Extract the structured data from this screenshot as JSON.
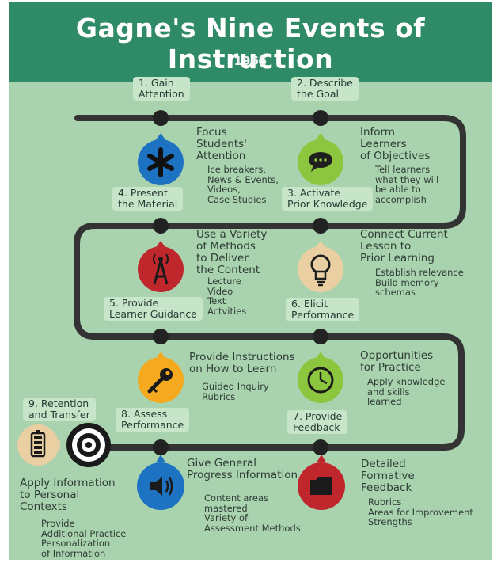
{
  "title": "Gagne's Nine Events of Instruction",
  "year": "1965",
  "colors": {
    "header": "#2f8b67",
    "panel": "#a9d3ae",
    "path": "#333333",
    "label_box": "#c6e5c9",
    "blue": "#1e72c2",
    "green": "#8cc63f",
    "red": "#c0272d",
    "tan": "#e9cfa2",
    "orange": "#f4a91f"
  },
  "events": [
    {
      "label": "1. Gain\nAttention",
      "heading": "Focus\nStudents'\nAttention",
      "details": "Ice breakers,\nNews & Events,\nVideos,\nCase Studies",
      "icon": "asterisk-icon"
    },
    {
      "label": "2. Describe\nthe Goal",
      "heading": "Inform\nLearners\nof Objectives",
      "details": "Tell learners\nwhat they will\nbe able to\naccomplish",
      "icon": "speech-bubble-icon"
    },
    {
      "label": "3. Activate\nPrior Knowledge",
      "heading": "Connect Current\nLesson to\nPrior Learning",
      "details": "Establish relevance\nBuild memory\nschemas",
      "icon": "lightbulb-icon"
    },
    {
      "label": "4. Present\nthe Material",
      "heading": "Use a Variety\nof Methods\nto Deliver\nthe Content",
      "details": "Lecture\nVideo\nText\nActvities",
      "icon": "broadcast-tower-icon"
    },
    {
      "label": "5. Provide\nLearner Guidance",
      "heading": "Provide Instructions\non How to Learn",
      "details": "Guided Inquiry\nRubrics",
      "icon": "key-icon"
    },
    {
      "label": "6. Elicit\nPerformance",
      "heading": "Opportunities\nfor Practice",
      "details": "Apply knowledge\nand skills\nlearned",
      "icon": "clock-icon"
    },
    {
      "label": "7. Provide\nFeedback",
      "heading": "Detailed\nFormative\nFeedback",
      "details": "Rubrics\nAreas for Improvement\nStrengths",
      "icon": "folder-icon"
    },
    {
      "label": "8. Assess\nPerformance",
      "heading": "Give General\nProgress Information",
      "details": "Content areas\nmastered\nVariety of\nAssessment Methods",
      "icon": "speaker-icon"
    },
    {
      "label": "9. Retention\nand Transfer",
      "heading": "Apply Information\nto Personal\nContexts",
      "details": "Provide\nAdditional Practice\nPersonalization\nof Information",
      "icon": "battery-icon"
    }
  ]
}
